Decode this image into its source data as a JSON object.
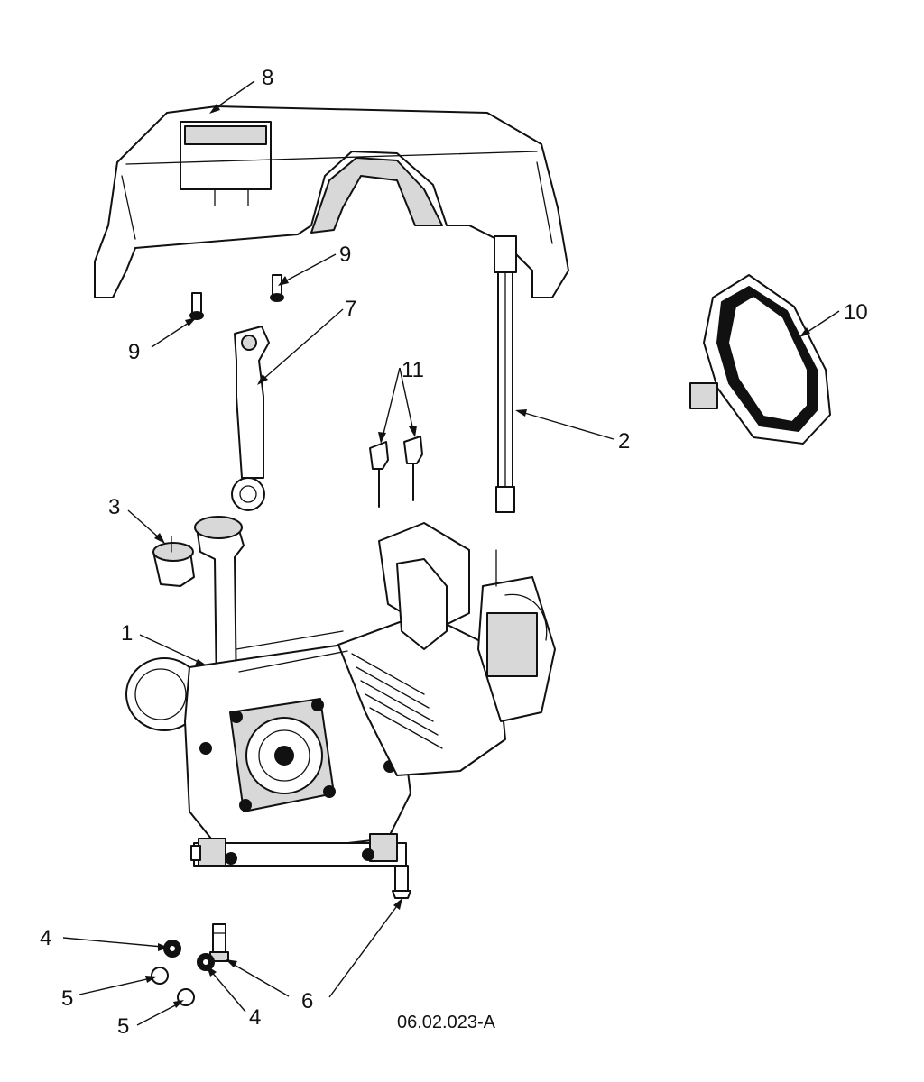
{
  "callouts": {
    "c1": "1",
    "c2": "2",
    "c3": "3",
    "c4a": "4",
    "c4b": "4",
    "c5a": "5",
    "c5b": "5",
    "c6": "6",
    "c7": "7",
    "c8": "8",
    "c9a": "9",
    "c9b": "9",
    "c10": "10",
    "c11": "11"
  },
  "drawing_id": "06.02.023-A"
}
